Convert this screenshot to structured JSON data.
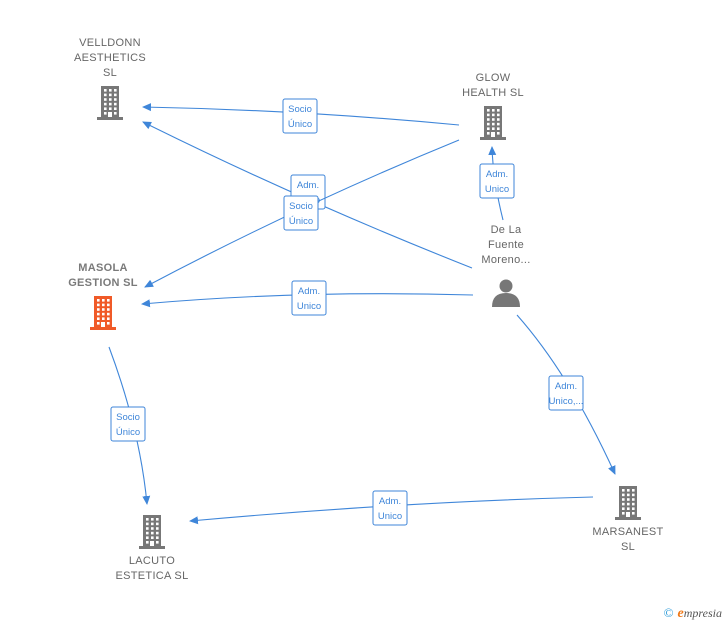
{
  "nodes": [
    {
      "id": "velldonn",
      "kind": "company",
      "label": [
        "VELLDONN",
        "AESTHETICS",
        "SL"
      ],
      "highlight": false
    },
    {
      "id": "glow",
      "kind": "company",
      "label": [
        "GLOW",
        "HEALTH  SL"
      ],
      "highlight": false
    },
    {
      "id": "masola",
      "kind": "company",
      "label": [
        "MASOLA",
        "GESTION  SL"
      ],
      "highlight": true
    },
    {
      "id": "person",
      "kind": "person",
      "label": [
        "De La",
        "Fuente",
        "Moreno..."
      ],
      "highlight": false
    },
    {
      "id": "marsanest",
      "kind": "company",
      "label": [
        "MARSANEST",
        "SL"
      ],
      "highlight": false
    },
    {
      "id": "lacuto",
      "kind": "company",
      "label": [
        "LACUTO",
        "ESTETICA  SL"
      ],
      "highlight": false
    }
  ],
  "edges": [
    {
      "from": "glow",
      "to": "velldonn",
      "label": [
        "Socio",
        "Único"
      ]
    },
    {
      "from": "person",
      "to": "velldonn",
      "label": [
        "Adm.",
        "Unico"
      ]
    },
    {
      "from": "glow",
      "to": "masola",
      "label": [
        "Socio",
        "Único"
      ]
    },
    {
      "from": "person",
      "to": "glow",
      "label": [
        "Adm.",
        "Unico"
      ]
    },
    {
      "from": "person",
      "to": "masola",
      "label": [
        "Adm.",
        "Unico"
      ]
    },
    {
      "from": "person",
      "to": "marsanest",
      "label": [
        "Adm.",
        "Unico,..."
      ]
    },
    {
      "from": "masola",
      "to": "lacuto",
      "label": [
        "Socio",
        "Único"
      ]
    },
    {
      "from": "marsanest",
      "to": "lacuto",
      "label": [
        "Adm.",
        "Unico"
      ]
    }
  ],
  "colors": {
    "edge": "#3f86d9",
    "company_icon": "#777777",
    "highlight_icon": "#f05a28",
    "person_icon": "#777777"
  },
  "footer": {
    "copyright": "©",
    "brand_initial": "e",
    "brand_rest": "mpresia"
  }
}
